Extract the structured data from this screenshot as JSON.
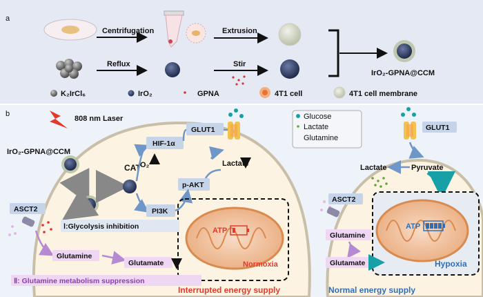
{
  "panel_a": {
    "label": "a",
    "steps": {
      "centrifugation": "Centrifugation",
      "extrusion": "Extrusion",
      "reflux": "Reflux",
      "stir": "Stir"
    },
    "product": "IrO₂-GPNA@CCM",
    "legend": {
      "k2ircl6": "K₂IrCl₆",
      "iro2": "IrO₂",
      "gpna": "GPNA",
      "cell": "4T1 cell",
      "membrane": "4T1 cell membrane"
    }
  },
  "panel_b": {
    "label": "b",
    "laser": "808 nm Laser",
    "nanoparticle": "IrO₂-GPNA@CCM",
    "legend": {
      "glucose": "Glucose",
      "lactate": "Lactate",
      "glutamine": "Glutamine"
    },
    "left_cell": {
      "glut1": "GLUT1",
      "hif": "HIF-1α",
      "cat": "CAT",
      "o2": "O₂",
      "lactate": "Lactate",
      "pakt": "p-AKT",
      "pi3k": "PI3K",
      "asct2": "ASCT2",
      "glycolysis": "Ⅰ:Glycolysis inhibition",
      "glutamine": "Glutamine",
      "glutamate": "Glutamate",
      "glutamine_supp": "Ⅱ: Glutamine metabolism suppression",
      "atp": "ATP",
      "normoxia": "Normoxia",
      "energy": "Interrupted energy supply"
    },
    "right_cell": {
      "glut1": "GLUT1",
      "lactate": "Lactate",
      "pyruvate": "Pyruvate",
      "asct2": "ASCT2",
      "glutamine": "Glutamine",
      "glutamate": "Glutamate",
      "atp": "ATP",
      "hypoxia": "Hypoxia",
      "energy": "Normal energy supply"
    }
  },
  "colors": {
    "panel_a_bg": "#e4e9f3",
    "panel_b_bg": "#eef3fa",
    "label_box": "#c6d4ea",
    "arrow_blue": "#7fa4d3",
    "accent_red": "#e23a2a",
    "purple": "#8a3fb0",
    "blue_text": "#2f6fb8",
    "teal": "#17a0a6"
  }
}
